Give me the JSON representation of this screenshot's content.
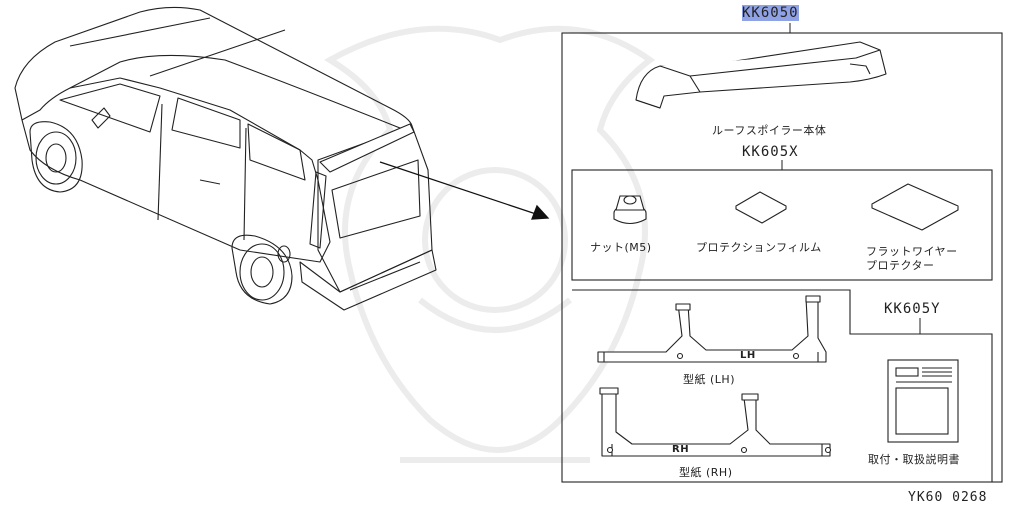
{
  "diagram": {
    "ref_id": "YK60 0268",
    "assembly": {
      "part_number": "KK6050",
      "highlight_color": "#8fa2e6",
      "main_part_label": "ルーフスポイラー本体"
    },
    "kit_x": {
      "part_number": "KK605X",
      "items": [
        {
          "label": "ナット(M5)"
        },
        {
          "label": "プロテクションフィルム"
        },
        {
          "label_line1": "フラットワイヤー",
          "label_line2": "プロテクター"
        }
      ]
    },
    "kit_y": {
      "part_number": "KK605Y",
      "template_lh": {
        "mark": "LH",
        "label": "型紙 (LH)"
      },
      "template_rh": {
        "mark": "RH",
        "label": "型紙 (RH)"
      },
      "manual_label": "取付・取扱説明書"
    },
    "watermark_color": "#ededed",
    "line_color": "#222222"
  }
}
